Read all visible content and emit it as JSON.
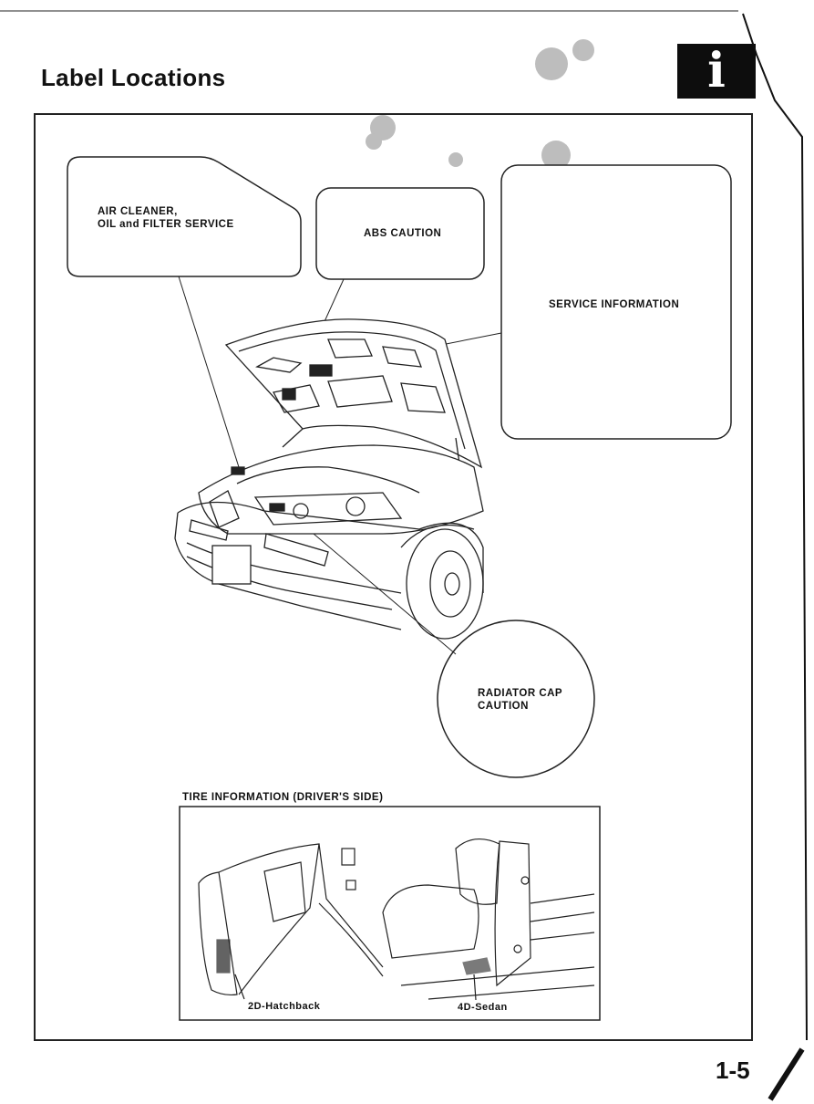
{
  "page": {
    "title": "Label Locations",
    "badge_icon": "info-icon",
    "badge_glyph": "i",
    "page_number": "1-5"
  },
  "labels": {
    "air_cleaner_line1": "AIR CLEANER,",
    "air_cleaner_line2": "OIL and FILTER SERVICE",
    "abs_caution": "ABS CAUTION",
    "service_information": "SERVICE INFORMATION",
    "radiator_line1": "RADIATOR CAP",
    "radiator_line2": "CAUTION"
  },
  "tire_information": {
    "heading": "TIRE INFORMATION (DRIVER'S SIDE)",
    "hatchback_caption": "2D-Hatchback",
    "sedan_caption": "4D-Sedan"
  }
}
